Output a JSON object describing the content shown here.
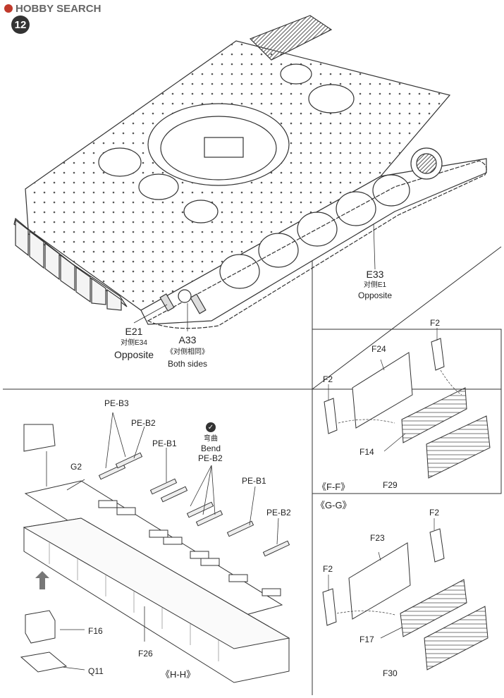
{
  "watermark": "HOBBY SEARCH",
  "step_number": "12",
  "main_view": {
    "e21": {
      "part": "E21",
      "cn": "对侧E34",
      "en": "Opposite"
    },
    "a33": {
      "part": "A33",
      "cn": "《对侧相同》",
      "en": "Both sides"
    },
    "e33": {
      "part": "E33",
      "cn": "对侧E1",
      "en": "Opposite"
    }
  },
  "hh_view": {
    "title": "《H-H》",
    "bend": {
      "icon": "bend-icon",
      "cn": "弯曲",
      "en": "Bend"
    },
    "labels": [
      "PE-B3",
      "PE-B2",
      "PE-B1",
      "PE-B2",
      "PE-B1",
      "PE-B2",
      "G2",
      "F16",
      "Q11",
      "F26"
    ]
  },
  "ff_view": {
    "title": "《F-F》",
    "labels": [
      "F2",
      "F24",
      "F2",
      "F14",
      "F29"
    ]
  },
  "gg_view": {
    "title": "《G-G》",
    "labels": [
      "F2",
      "F23",
      "F2",
      "F17",
      "F30"
    ]
  },
  "colors": {
    "line": "#333333",
    "paper": "#ffffff",
    "hatch": "#555555"
  }
}
